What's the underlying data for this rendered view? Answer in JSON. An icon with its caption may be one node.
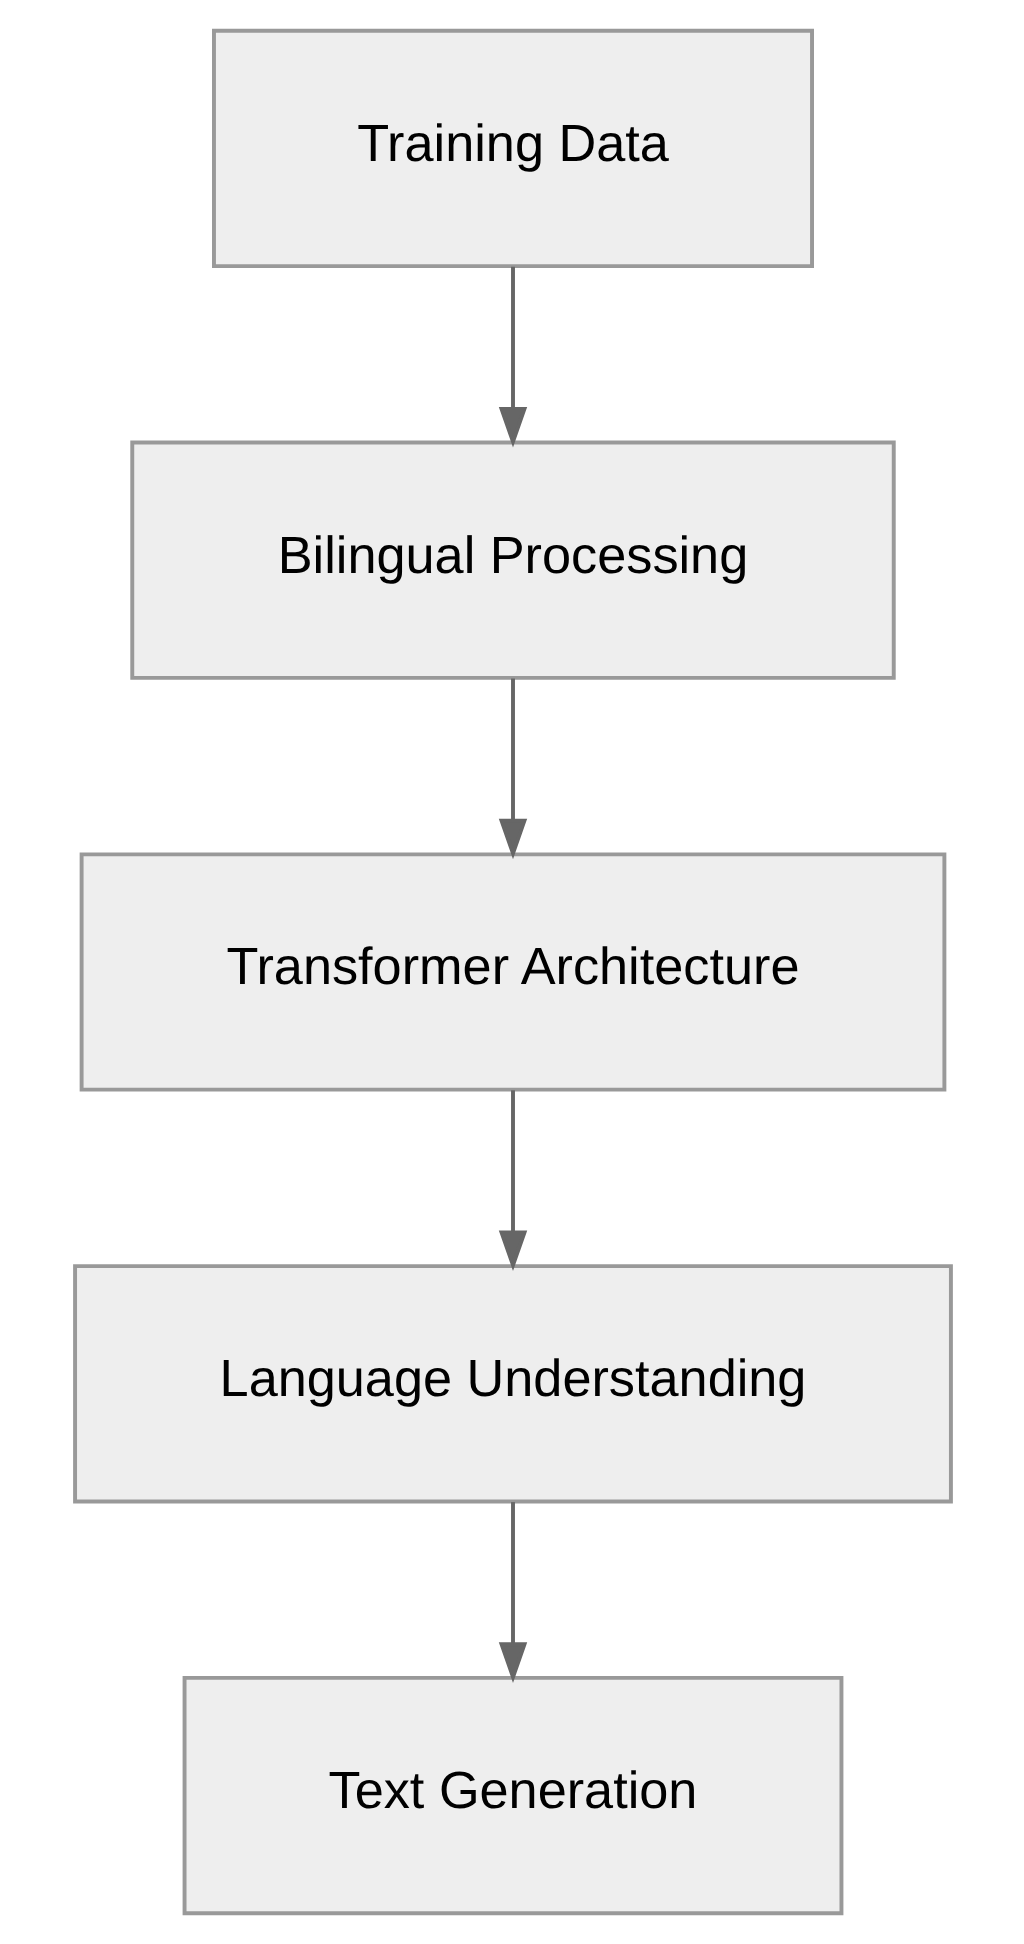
{
  "diagram": {
    "nodes": [
      {
        "text": [
          "Training Data"
        ]
      },
      {
        "text": [
          "Bilingual Processing"
        ]
      },
      {
        "text": [
          "Transformer Architecture"
        ]
      },
      {
        "text": [
          "Language Understanding"
        ]
      },
      {
        "text": [
          "Text Generation"
        ]
      }
    ],
    "edges": [
      {
        "from": 0,
        "to": 1,
        "arrow": "to"
      },
      {
        "from": 1,
        "to": 2,
        "arrow": "to"
      },
      {
        "from": 2,
        "to": 3,
        "arrow": "to"
      },
      {
        "from": 3,
        "to": 4,
        "arrow": "to"
      }
    ]
  }
}
